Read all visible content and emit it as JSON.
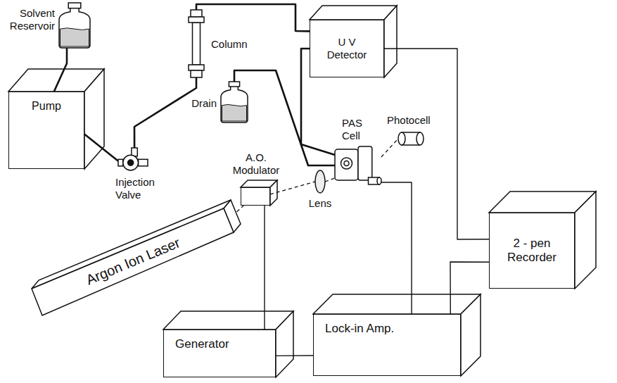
{
  "diagram": {
    "nodes": [
      {
        "text": [
          "Solvent Reservoir"
        ]
      },
      {
        "text": [
          "Pump"
        ]
      },
      {
        "text": [
          "Column"
        ]
      },
      {
        "text": [
          "U V Detector"
        ]
      },
      {
        "text": [
          "Drain"
        ]
      },
      {
        "text": [
          "Injection Valve"
        ]
      },
      {
        "text": [
          "PAS Cell"
        ]
      },
      {
        "text": [
          "Photocell"
        ]
      },
      {
        "text": [
          "A.O. Modulator"
        ]
      },
      {
        "text": [
          "Lens"
        ]
      },
      {
        "text": [
          "Argon Ion Laser"
        ]
      },
      {
        "text": [
          "2 - pen Recorder"
        ]
      },
      {
        "text": [
          "Generator"
        ]
      },
      {
        "text": [
          "Lock-in Amp."
        ]
      }
    ],
    "edges": [
      {
        "from": 0,
        "to": 1,
        "arrow": "none"
      },
      {
        "from": 1,
        "to": 5,
        "arrow": "none"
      },
      {
        "from": 5,
        "to": 2,
        "arrow": "none"
      },
      {
        "from": 2,
        "to": 3,
        "arrow": "none"
      },
      {
        "from": 3,
        "to": 6,
        "arrow": "none"
      },
      {
        "from": 6,
        "to": 4,
        "arrow": "none"
      },
      {
        "from": 10,
        "to": 8,
        "arrow": "none"
      },
      {
        "from": 8,
        "to": 9,
        "arrow": "none"
      },
      {
        "from": 9,
        "to": 6,
        "arrow": "none"
      },
      {
        "from": 6,
        "to": 7,
        "arrow": "none"
      },
      {
        "from": 12,
        "to": 8,
        "arrow": "none"
      },
      {
        "from": 12,
        "to": 13,
        "arrow": "none"
      },
      {
        "from": 6,
        "to": 13,
        "arrow": "none"
      },
      {
        "from": 13,
        "to": 11,
        "arrow": "none"
      },
      {
        "from": 3,
        "to": 11,
        "arrow": "none"
      }
    ]
  }
}
